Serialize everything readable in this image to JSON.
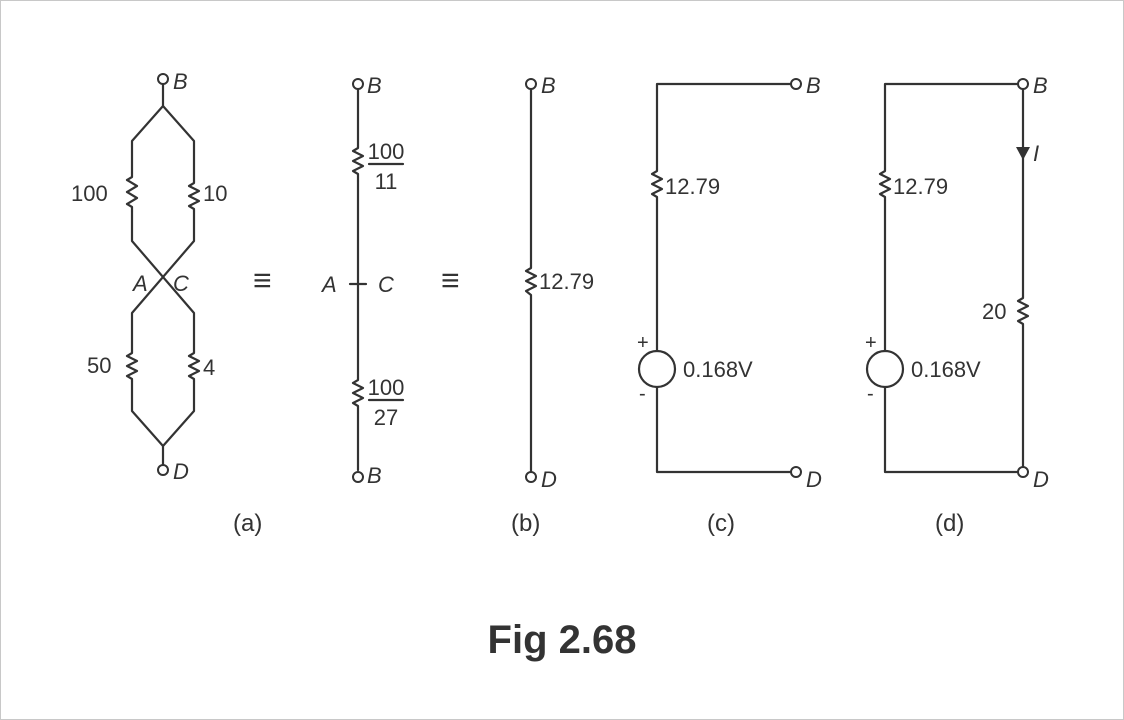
{
  "figure_title": "Fig 2.68",
  "equiv_symbol": "≡",
  "panel_a": {
    "caption": "(a)",
    "nodes": {
      "top": "B",
      "bottom": "D",
      "left_mid": "A",
      "right_mid": "C"
    },
    "resistors": {
      "upper_left": "100",
      "upper_right": "10",
      "lower_left": "50",
      "lower_right": "4"
    }
  },
  "panel_a2": {
    "nodes": {
      "top": "B",
      "bottom": "B",
      "mid_left": "A",
      "mid_right": "C"
    },
    "upper_res": {
      "num": "100",
      "den": "11"
    },
    "lower_res": {
      "num": "100",
      "den": "27"
    }
  },
  "panel_b": {
    "caption": "(b)",
    "nodes": {
      "top": "B",
      "bottom": "D"
    },
    "resistor": "12.79"
  },
  "panel_c": {
    "caption": "(c)",
    "nodes": {
      "top": "B",
      "bottom": "D"
    },
    "resistor": "12.79",
    "source": "0.168V",
    "plus": "+",
    "minus": "-"
  },
  "panel_d": {
    "caption": "(d)",
    "nodes": {
      "top": "B",
      "bottom": "D"
    },
    "resistor_left": "12.79",
    "resistor_right": "20",
    "source": "0.168V",
    "plus": "+",
    "minus": "-",
    "current": "I"
  }
}
